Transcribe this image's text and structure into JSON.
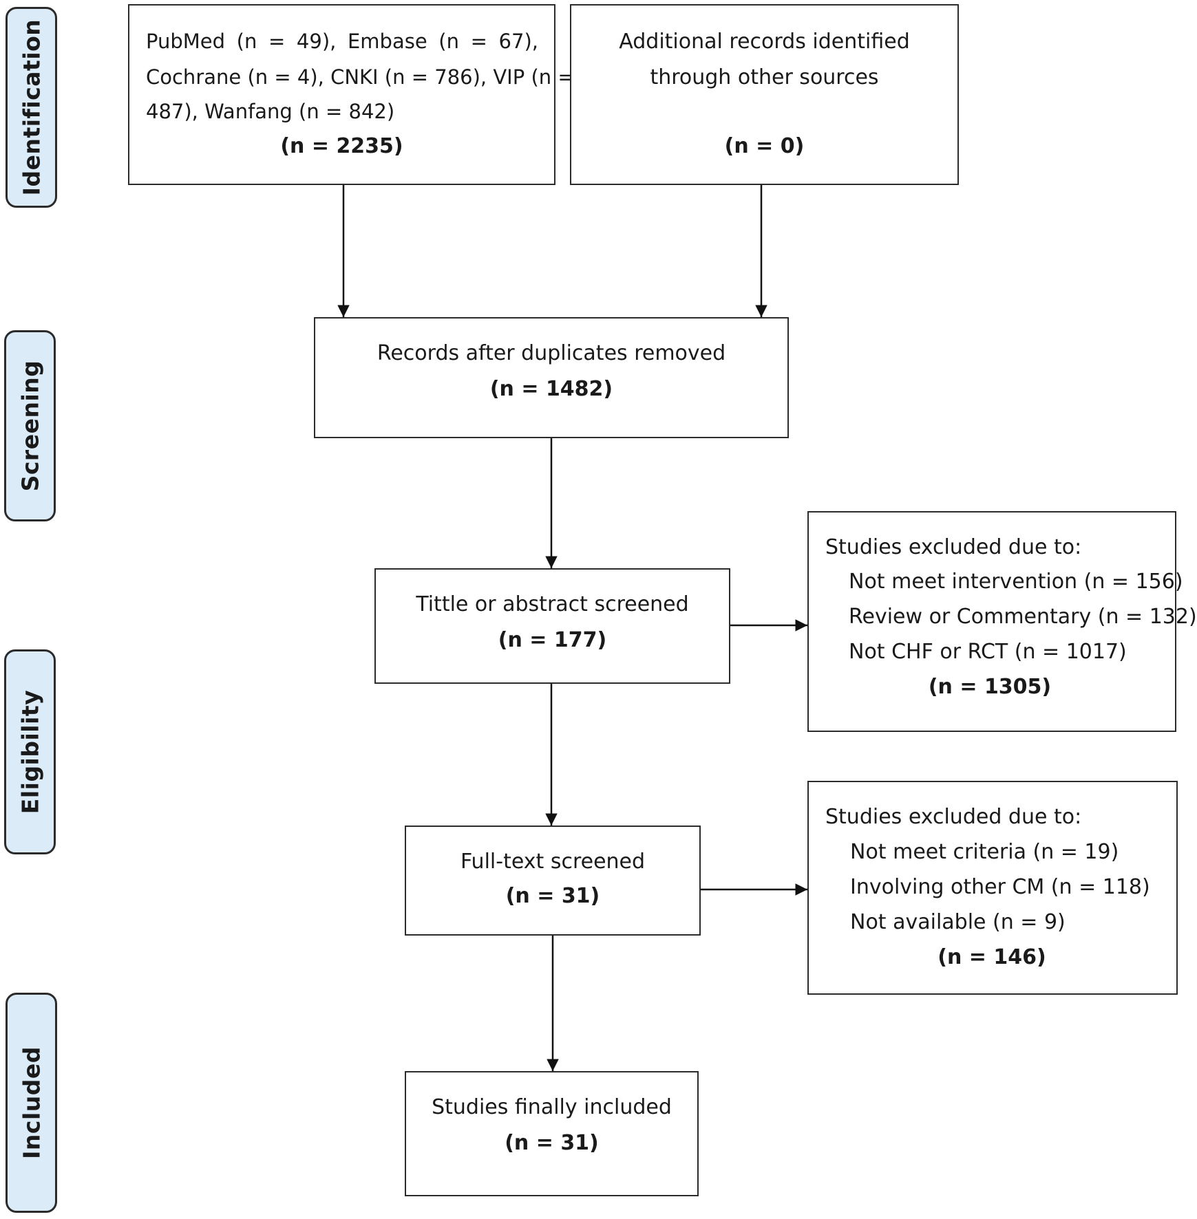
{
  "stages": {
    "identification": "Identification",
    "screening": "Screening",
    "eligibility": "Eligibility",
    "included": "Included"
  },
  "database_records": {
    "line1": "PubMed (n = 49), Embase (n = 67),",
    "line2": "Cochrane (n = 4), CNKI (n = 786), VIP (n =",
    "line3": "487), Wanfang (n = 842)",
    "count": "(n = 2235)"
  },
  "other_records": {
    "line1": "Additional records identified",
    "line2": "through other sources",
    "count": "(n = 0)"
  },
  "after_duplicates": {
    "label": "Records after duplicates removed",
    "count": "(n = 1482)"
  },
  "title_abstract": {
    "label": "Tittle or abstract screened",
    "count": "(n = 177)"
  },
  "excluded_1": {
    "heading": "Studies excluded due to:",
    "reasons": [
      "Not meet intervention (n = 156)",
      "Review or Commentary (n = 132)",
      "Not CHF or RCT (n = 1017)"
    ],
    "count": "(n = 1305)"
  },
  "full_text": {
    "label": "Full-text screened",
    "count": "(n = 31)"
  },
  "excluded_2": {
    "heading": "Studies excluded due to:",
    "reasons": [
      "Not meet criteria (n = 19)",
      "Involving other CM (n = 118)",
      "Not available (n = 9)"
    ],
    "count": "(n = 146)"
  },
  "final": {
    "label": "Studies finally included",
    "count": "(n = 31)"
  }
}
